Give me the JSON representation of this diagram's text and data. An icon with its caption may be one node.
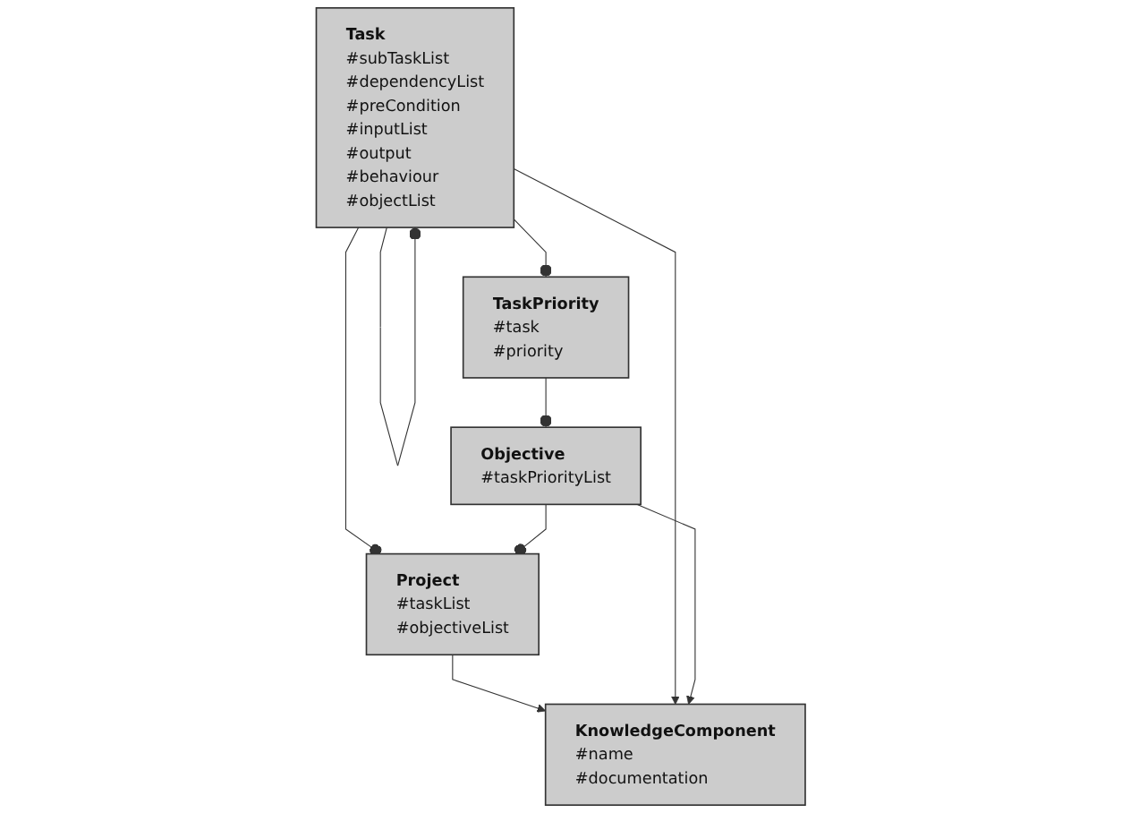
{
  "diagram": {
    "nodes": [
      {
        "text": [
          "KnowledgeComponent",
          "#name",
          "#documentation"
        ]
      },
      {
        "text": [
          "Project",
          "#taskList",
          "#objectiveList"
        ]
      },
      {
        "text": [
          "Task",
          "#subTaskList",
          "#dependencyList",
          "#preCondition",
          "#inputList",
          "#output",
          "#behaviour",
          "#objectList"
        ]
      },
      {
        "text": [
          "Objective",
          "#taskPriorityList"
        ]
      },
      {
        "text": [
          "TaskPriority",
          "#task",
          "#priority"
        ]
      }
    ],
    "edges": [
      {
        "from": 1,
        "to": 0,
        "arrow": "to"
      },
      {
        "from": 2,
        "to": 0,
        "arrow": "to"
      },
      {
        "from": 3,
        "to": 0,
        "arrow": "to"
      },
      {
        "from": 2,
        "to": 1,
        "arrow": "other"
      },
      {
        "from": 3,
        "to": 1,
        "arrow": "other"
      },
      {
        "from": 2,
        "to": 2,
        "arrow": "other"
      },
      {
        "from": 4,
        "to": 3,
        "arrow": "other"
      },
      {
        "from": 2,
        "to": 4,
        "arrow": "other"
      }
    ]
  }
}
